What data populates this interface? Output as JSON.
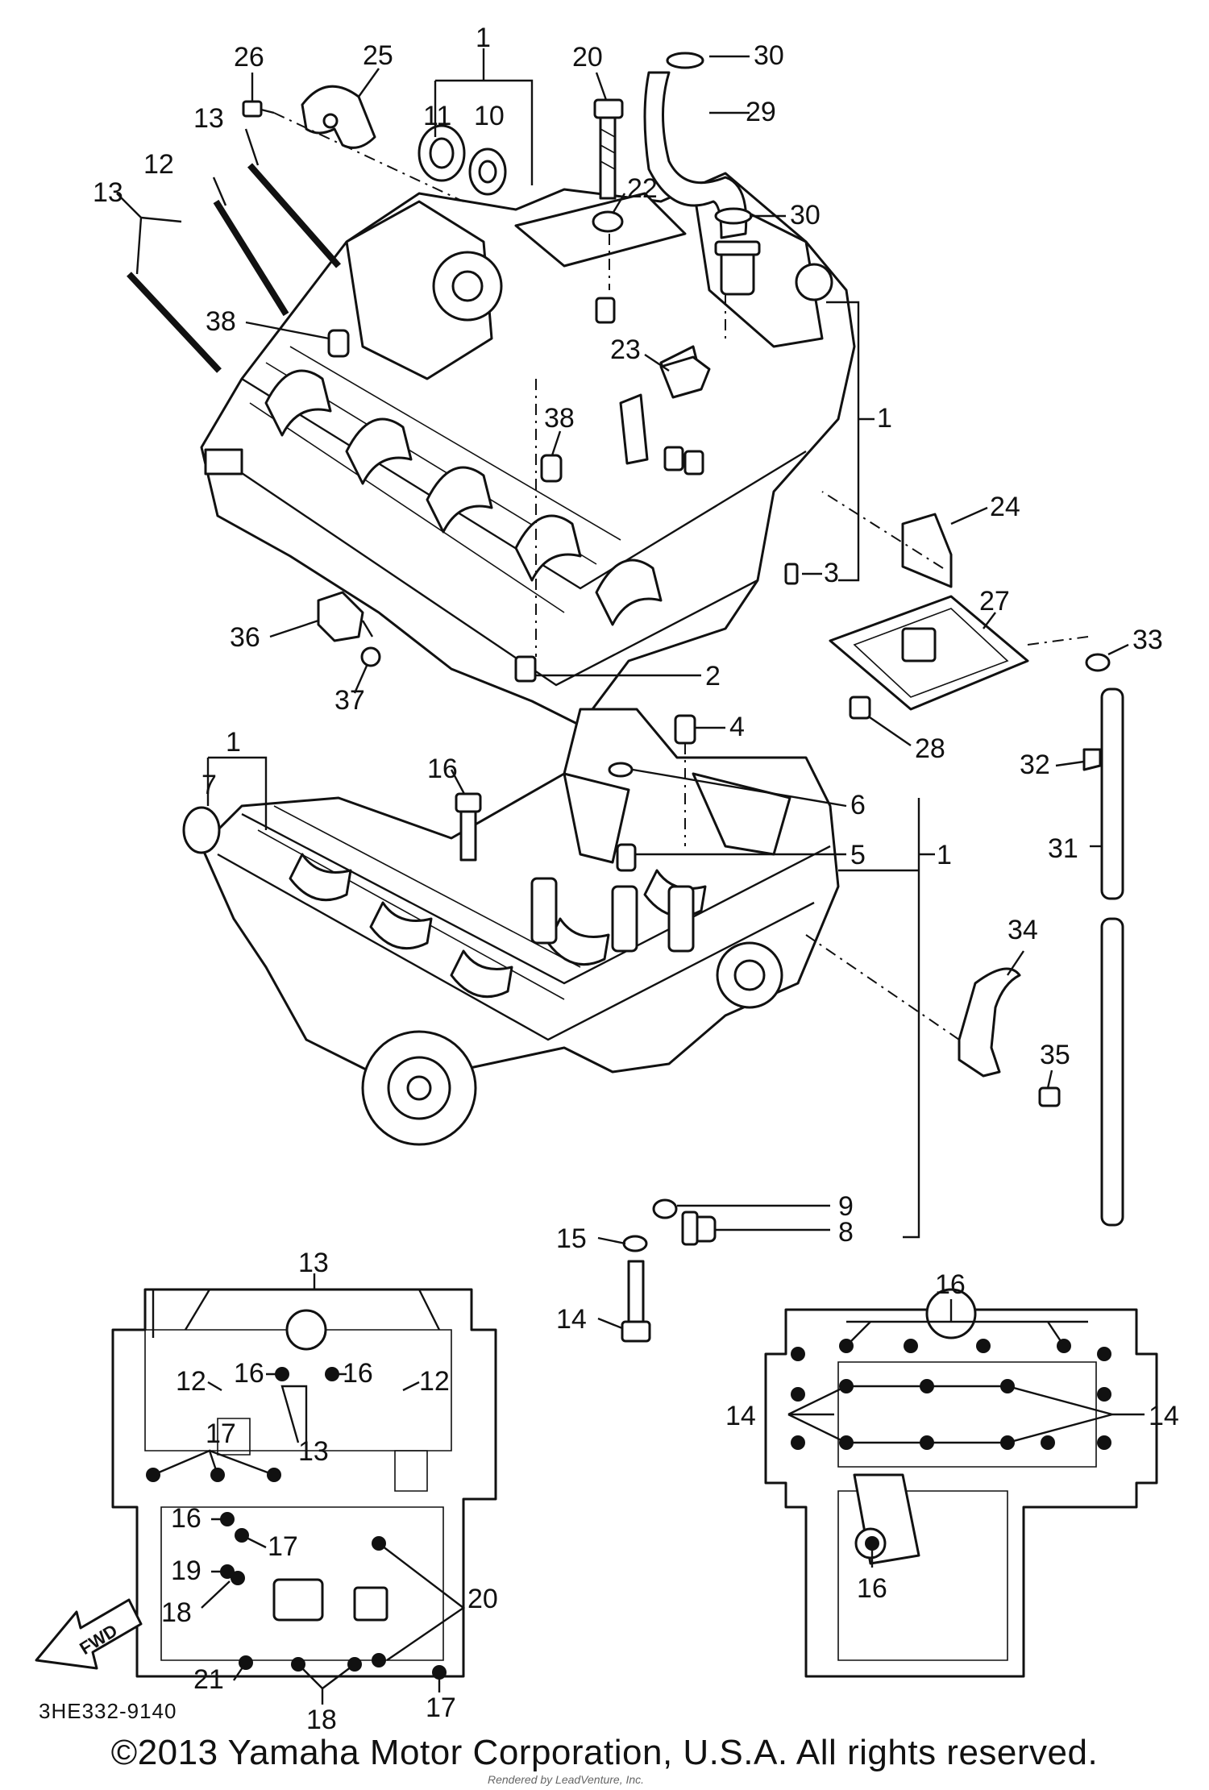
{
  "drawing_code": "3HE332-9140",
  "fwd_label": "FWD",
  "copyright": "©2013 Yamaha Motor Corporation, U.S.A. All rights reserved.",
  "credit": "Rendered by LeadVenture, Inc.",
  "callouts": {
    "c1": "1",
    "c2": "2",
    "c3": "3",
    "c4": "4",
    "c5": "5",
    "c6": "6",
    "c7": "7",
    "c8": "8",
    "c9": "9",
    "c10": "10",
    "c11": "11",
    "c12": "12",
    "c13": "13",
    "c14": "14",
    "c15": "15",
    "c16": "16",
    "c17": "17",
    "c18": "18",
    "c19": "19",
    "c20": "20",
    "c21": "21",
    "c22": "22",
    "c23": "23",
    "c24": "24",
    "c25": "25",
    "c26": "26",
    "c27": "27",
    "c28": "28",
    "c29": "29",
    "c30": "30",
    "c31": "31",
    "c32": "32",
    "c33": "33",
    "c34": "34",
    "c35": "35",
    "c36": "36",
    "c37": "37",
    "c38": "38"
  }
}
